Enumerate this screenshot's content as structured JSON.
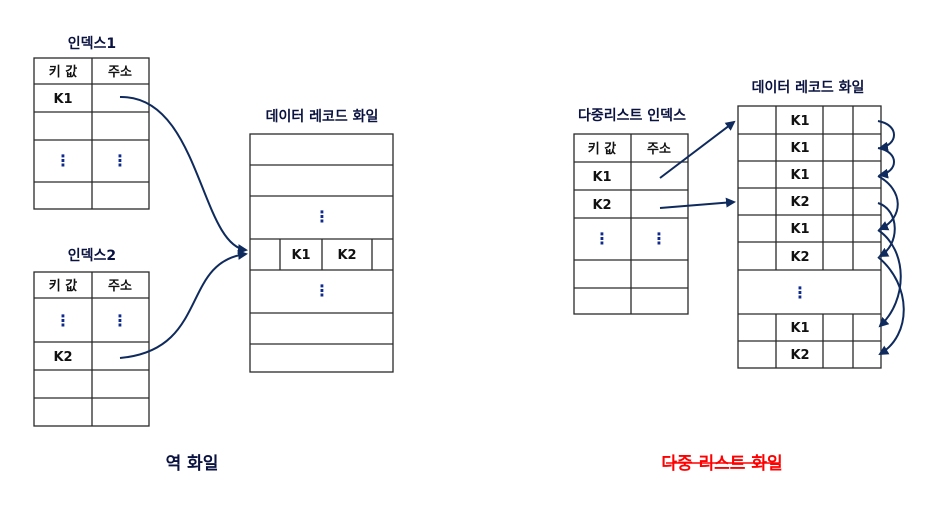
{
  "left": {
    "index1": {
      "title": "인덱스1",
      "header_key": "키 값",
      "header_addr": "주소",
      "row_key": "K1",
      "dots": "⋮"
    },
    "index2": {
      "title": "인덱스2",
      "header_key": "키 값",
      "header_addr": "주소",
      "row_key": "K2",
      "dots": "⋮"
    },
    "data_file": {
      "title": "데이터 레코드 화일",
      "row_k1": "K1",
      "row_k2": "K2",
      "dots": "⋮"
    },
    "caption": "역 화일"
  },
  "right": {
    "index": {
      "title": "다중리스트 인덱스",
      "header_key": "키 값",
      "header_addr": "주소",
      "row1_key": "K1",
      "row2_key": "K2",
      "dots": "⋮"
    },
    "data_file": {
      "title": "데이터 레코드 화일",
      "rows": [
        "K1",
        "K1",
        "K1",
        "K2",
        "K1",
        "K2",
        "K1",
        "K2"
      ],
      "dots": "⋮"
    },
    "caption": "다중 리스트 화일"
  },
  "colors": {
    "arrow": "#0f2a5c",
    "caption_left": "#0a1240",
    "caption_right": "#ff0000"
  }
}
